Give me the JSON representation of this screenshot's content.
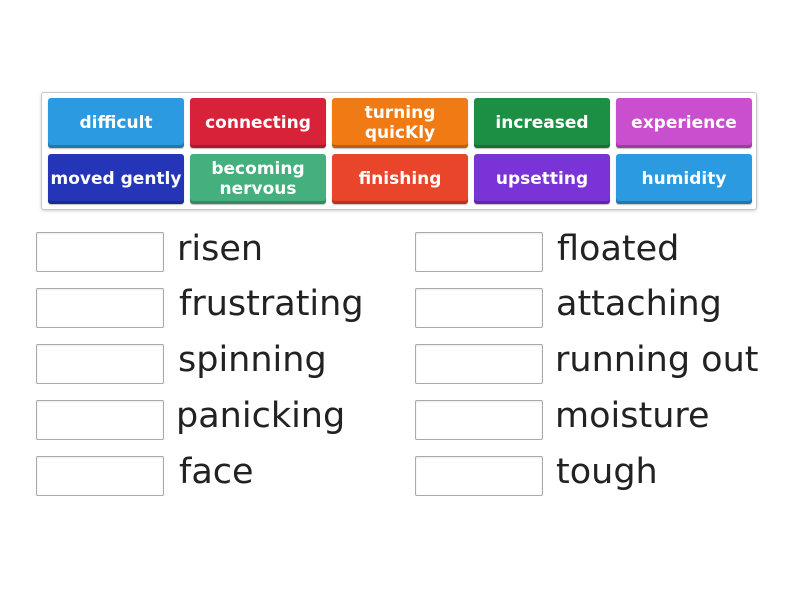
{
  "tiles": [
    {
      "label": "difficult",
      "color": "#2b9ae0"
    },
    {
      "label": "connecting",
      "color": "#d8223a"
    },
    {
      "label": "turning\nquicKly",
      "color": "#f07b15"
    },
    {
      "label": "increased",
      "color": "#1d8f45"
    },
    {
      "label": "experience",
      "color": "#c94fcf"
    },
    {
      "label": "moved gently",
      "color": "#2535b8"
    },
    {
      "label": "becoming\nnervous",
      "color": "#43b07e"
    },
    {
      "label": "finishing",
      "color": "#e8452a"
    },
    {
      "label": "upsetting",
      "color": "#7a33d6"
    },
    {
      "label": "humidity",
      "color": "#2b9ae0"
    }
  ],
  "words": {
    "left": [
      "risen",
      "frustrating",
      "spinning",
      "panicking",
      "face"
    ],
    "right": [
      "floated",
      "attaching",
      "running out",
      "moisture",
      "tough"
    ]
  }
}
